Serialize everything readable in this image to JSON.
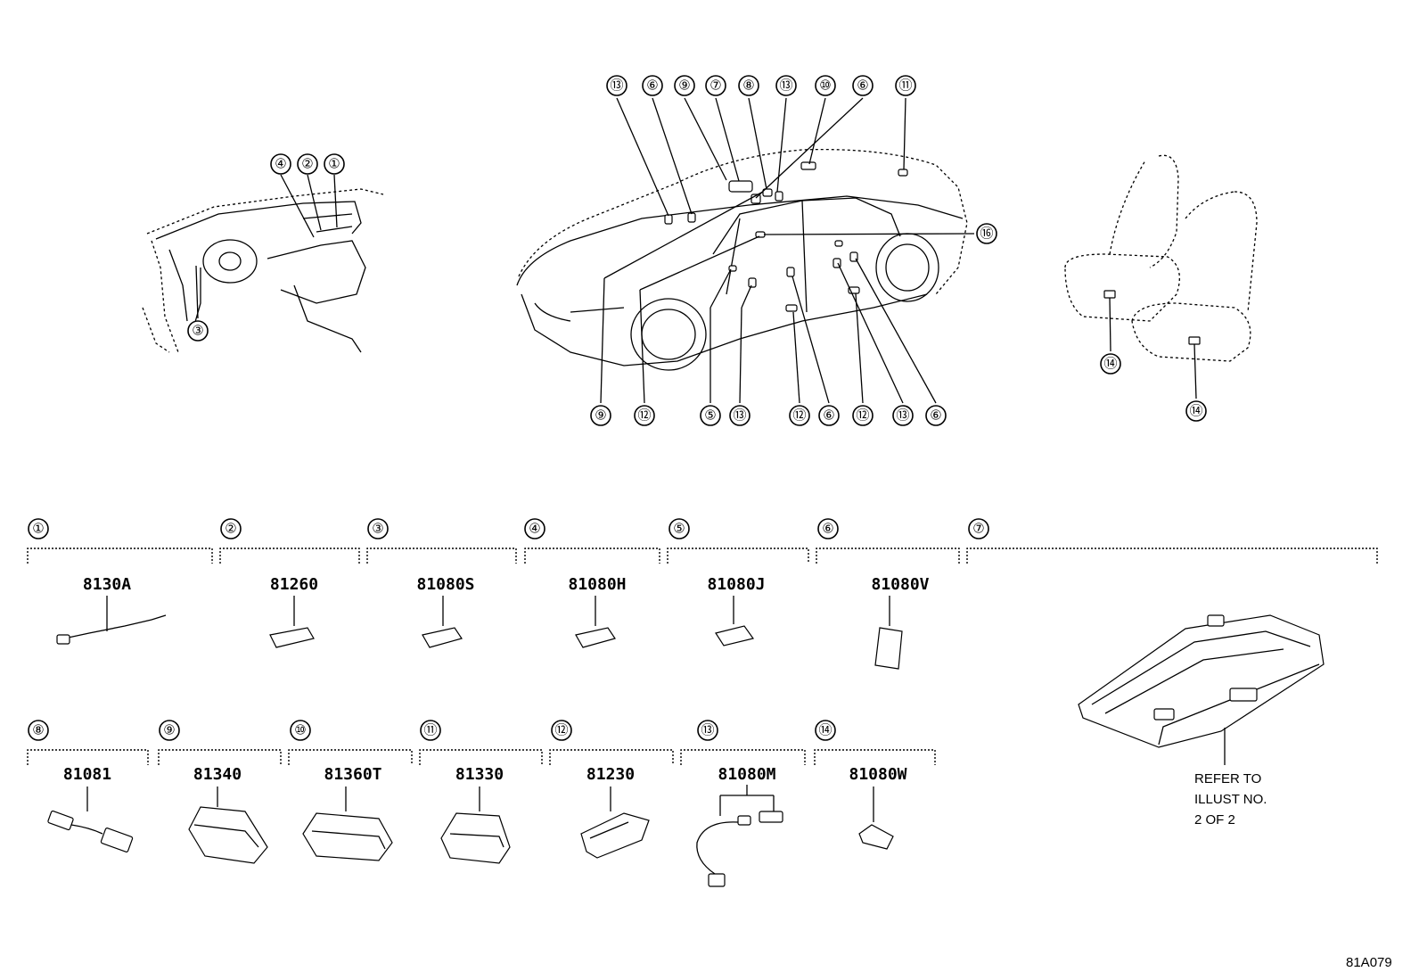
{
  "diagram": {
    "figure_code": "81A079",
    "refer_note": [
      "REFER TO",
      "ILLUST NO.",
      "2 OF 2"
    ],
    "top_callouts": {
      "dash": [
        "④",
        "②",
        "①",
        "③"
      ],
      "car": [
        "⑬",
        "⑥",
        "⑨",
        "⑦",
        "⑧",
        "⑬",
        "⑩",
        "⑥",
        "⑪",
        "⑯",
        "⑨",
        "⑫",
        "⑤",
        "⑬",
        "⑫",
        "⑥",
        "⑫",
        "⑬",
        "⑥"
      ],
      "seats": [
        "⑭",
        "⑭"
      ]
    },
    "parts_row1": [
      {
        "ref": "①",
        "part_no": "8130A"
      },
      {
        "ref": "②",
        "part_no": "81260"
      },
      {
        "ref": "③",
        "part_no": "81080S"
      },
      {
        "ref": "④",
        "part_no": "81080H"
      },
      {
        "ref": "⑤",
        "part_no": "81080J"
      },
      {
        "ref": "⑥",
        "part_no": "81080V"
      },
      {
        "ref": "⑦",
        "part_no": ""
      }
    ],
    "parts_row2": [
      {
        "ref": "⑧",
        "part_no": "81081"
      },
      {
        "ref": "⑨",
        "part_no": "81340"
      },
      {
        "ref": "⑩",
        "part_no": "81360T"
      },
      {
        "ref": "⑪",
        "part_no": "81330"
      },
      {
        "ref": "⑫",
        "part_no": "81230"
      },
      {
        "ref": "⑬",
        "part_no": "81080M"
      },
      {
        "ref": "⑭",
        "part_no": "81080W"
      }
    ]
  }
}
